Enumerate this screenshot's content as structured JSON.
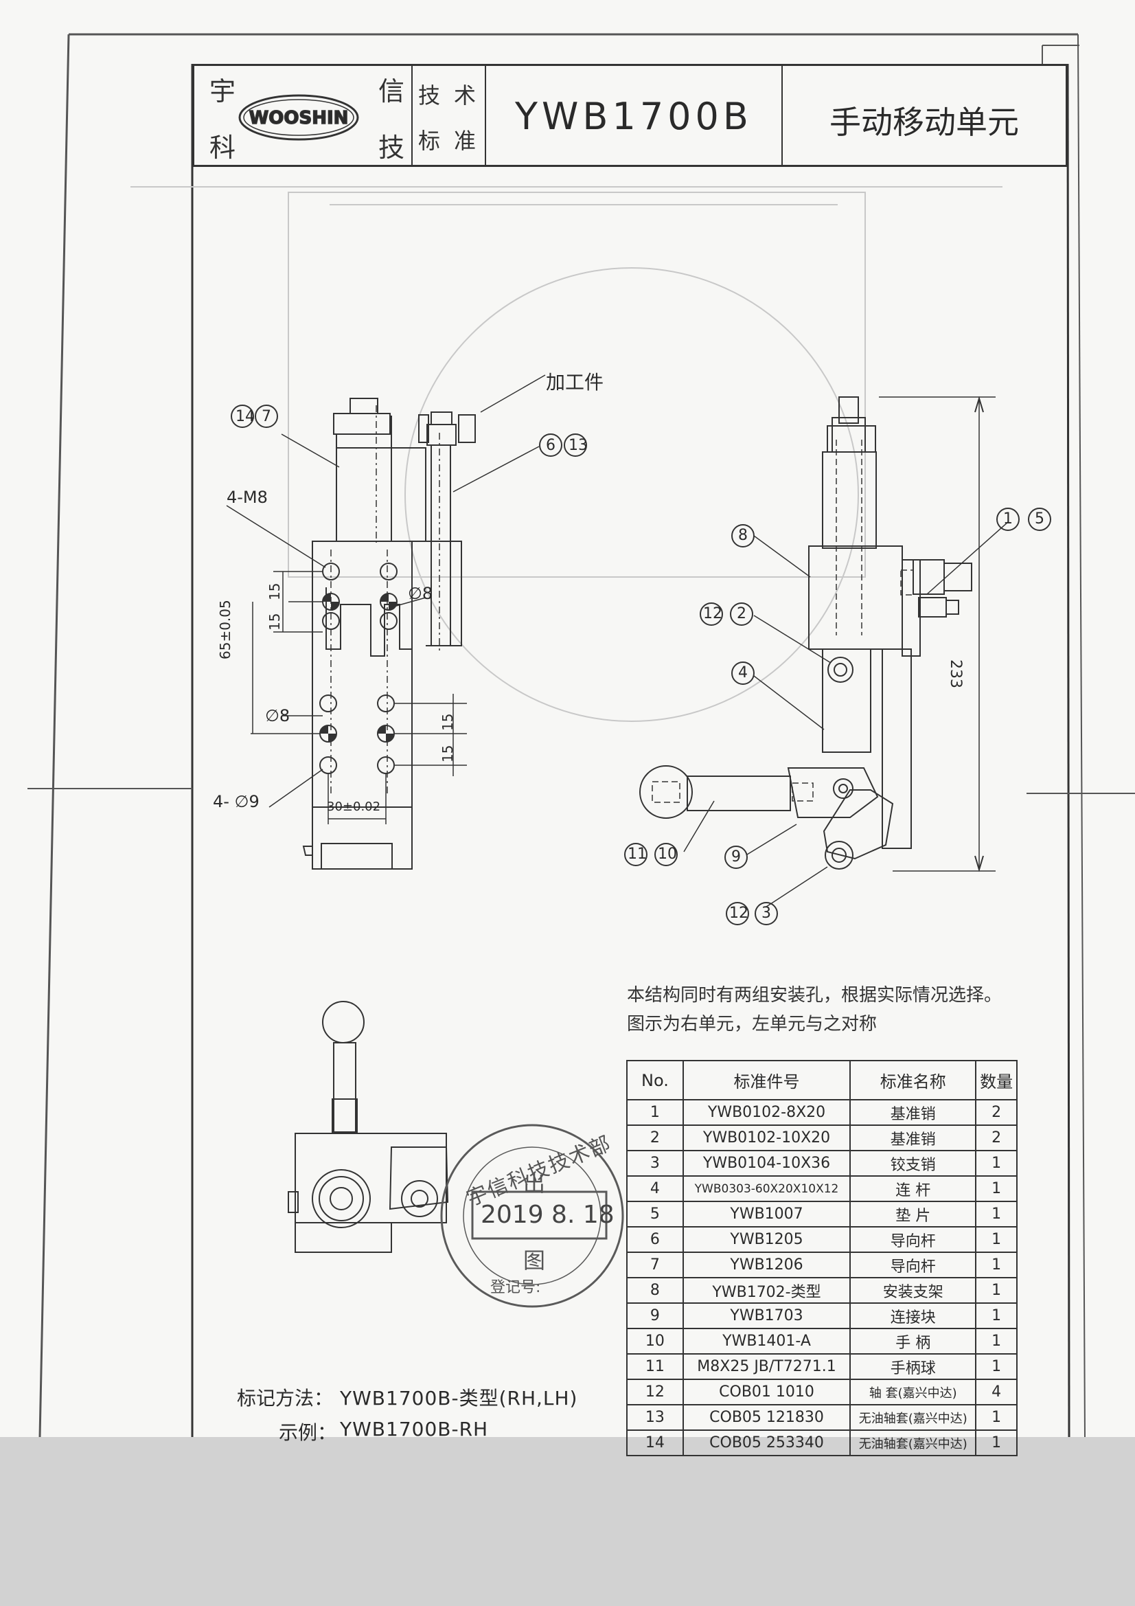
{
  "title_block": {
    "company_chars": [
      "宇",
      "科",
      "信",
      "技"
    ],
    "logo_text": "WOOSHIN",
    "standard_label": [
      "技",
      "术",
      "标",
      "准"
    ],
    "code": "YWB1700B",
    "name": "手动移动单元"
  },
  "drawing": {
    "label_workpiece": "加工件",
    "callouts": [
      "14",
      "7",
      "6",
      "13",
      "1",
      "5",
      "8",
      "12",
      "2",
      "4",
      "11",
      "10",
      "9",
      "12",
      "3"
    ],
    "dims": {
      "m8": "4-M8",
      "hole9": "4- ∅9",
      "d8a": "∅8",
      "d8b": "∅8",
      "d65": "65±0.05",
      "d30": "30±0.02",
      "d15a": "15",
      "d15b": "15",
      "d15c": "15",
      "d15d": "15",
      "d233": "233"
    }
  },
  "notes": {
    "line1": "本结构同时有两组安装孔，根据实际情况选择。",
    "line2": "图示为右单元，左单元与之对称"
  },
  "stamp": {
    "arc_text": "宇信科技技术部",
    "top": "出",
    "date": "2019 8. 18",
    "bottom": "图",
    "label": "登记号:"
  },
  "marking": {
    "label1": "标记方法：",
    "value1": "YWB1700B-类型(RH,LH)",
    "label2": "示例：",
    "value2": "YWB1700B-RH"
  },
  "parts_table": {
    "headers": [
      "No.",
      "标准件号",
      "标准名称",
      "数量"
    ],
    "rows": [
      {
        "no": "1",
        "pn": "YWB0102-8X20",
        "name": "基准销",
        "qty": "2"
      },
      {
        "no": "2",
        "pn": "YWB0102-10X20",
        "name": "基准销",
        "qty": "2"
      },
      {
        "no": "3",
        "pn": "YWB0104-10X36",
        "name": "铰支销",
        "qty": "1"
      },
      {
        "no": "4",
        "pn": "YWB0303-60X20X10X12",
        "name": "连  杆",
        "qty": "1"
      },
      {
        "no": "5",
        "pn": "YWB1007",
        "name": "垫  片",
        "qty": "1"
      },
      {
        "no": "6",
        "pn": "YWB1205",
        "name": "导向杆",
        "qty": "1"
      },
      {
        "no": "7",
        "pn": "YWB1206",
        "name": "导向杆",
        "qty": "1"
      },
      {
        "no": "8",
        "pn": "YWB1702-类型",
        "name": "安装支架",
        "qty": "1"
      },
      {
        "no": "9",
        "pn": "YWB1703",
        "name": "连接块",
        "qty": "1"
      },
      {
        "no": "10",
        "pn": "YWB1401-A",
        "name": "手  柄",
        "qty": "1"
      },
      {
        "no": "11",
        "pn": "M8X25 JB/T7271.1",
        "name": "手柄球",
        "qty": "1"
      },
      {
        "no": "12",
        "pn": "COB01 1010",
        "name": "轴  套(嘉兴中达)",
        "qty": "4"
      },
      {
        "no": "13",
        "pn": "COB05 121830",
        "name": "无油轴套(嘉兴中达)",
        "qty": "1"
      },
      {
        "no": "14",
        "pn": "COB05 253340",
        "name": "无油轴套(嘉兴中达)",
        "qty": "1"
      }
    ]
  },
  "colors": {
    "line": "#333333",
    "paper": "#f7f7f5",
    "margin": "#d2d2d2"
  }
}
